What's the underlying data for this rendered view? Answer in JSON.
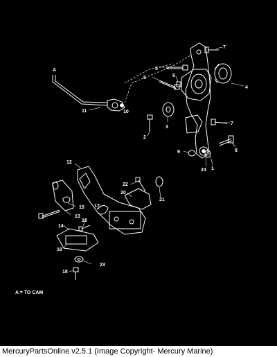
{
  "note": "A = TO CAM",
  "footer_text": "MercuryPartsOnline v2.5.1 (Image Copyright- Mercury Marine)",
  "callouts": {
    "c1": "1",
    "c2": "2",
    "c3": "3",
    "c4": "4",
    "c5a": "5",
    "c5b": "5",
    "c6": "6",
    "c7a": "7",
    "c7b": "7",
    "c8": "8",
    "c9": "9",
    "c10": "10",
    "c11": "11",
    "c12": "12",
    "c13": "13",
    "c14": "14",
    "c15": "15",
    "c16": "16",
    "c17": "17",
    "c18": "18",
    "c19": "19",
    "c20": "20",
    "c21": "21",
    "c22": "22",
    "c23": "23",
    "c24": "24",
    "cA": "A"
  }
}
